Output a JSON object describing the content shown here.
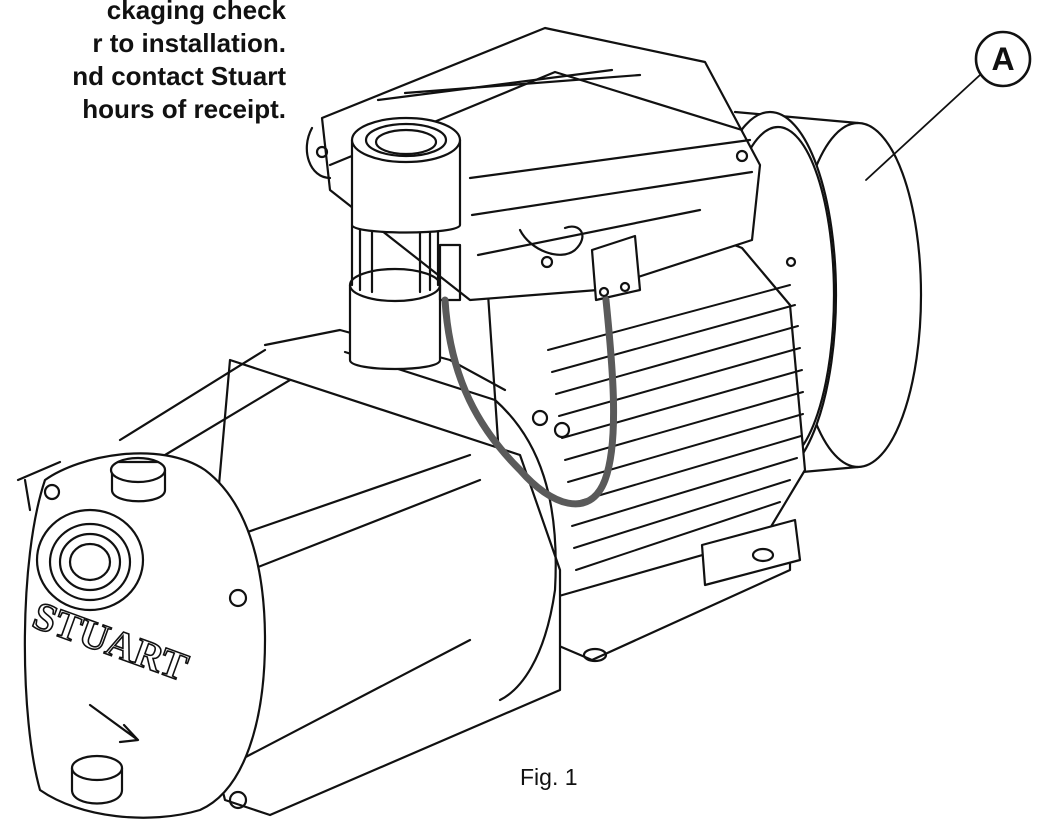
{
  "instructions": {
    "lines": [
      "ckaging check",
      "r to installation.",
      "nd contact Stuart",
      " hours of receipt."
    ]
  },
  "figure": {
    "caption": "Fig. 1",
    "callout_label": "A",
    "brand": "STUART"
  },
  "colors": {
    "line": "#111111",
    "cable": "#5a5a5a",
    "background": "#ffffff"
  }
}
